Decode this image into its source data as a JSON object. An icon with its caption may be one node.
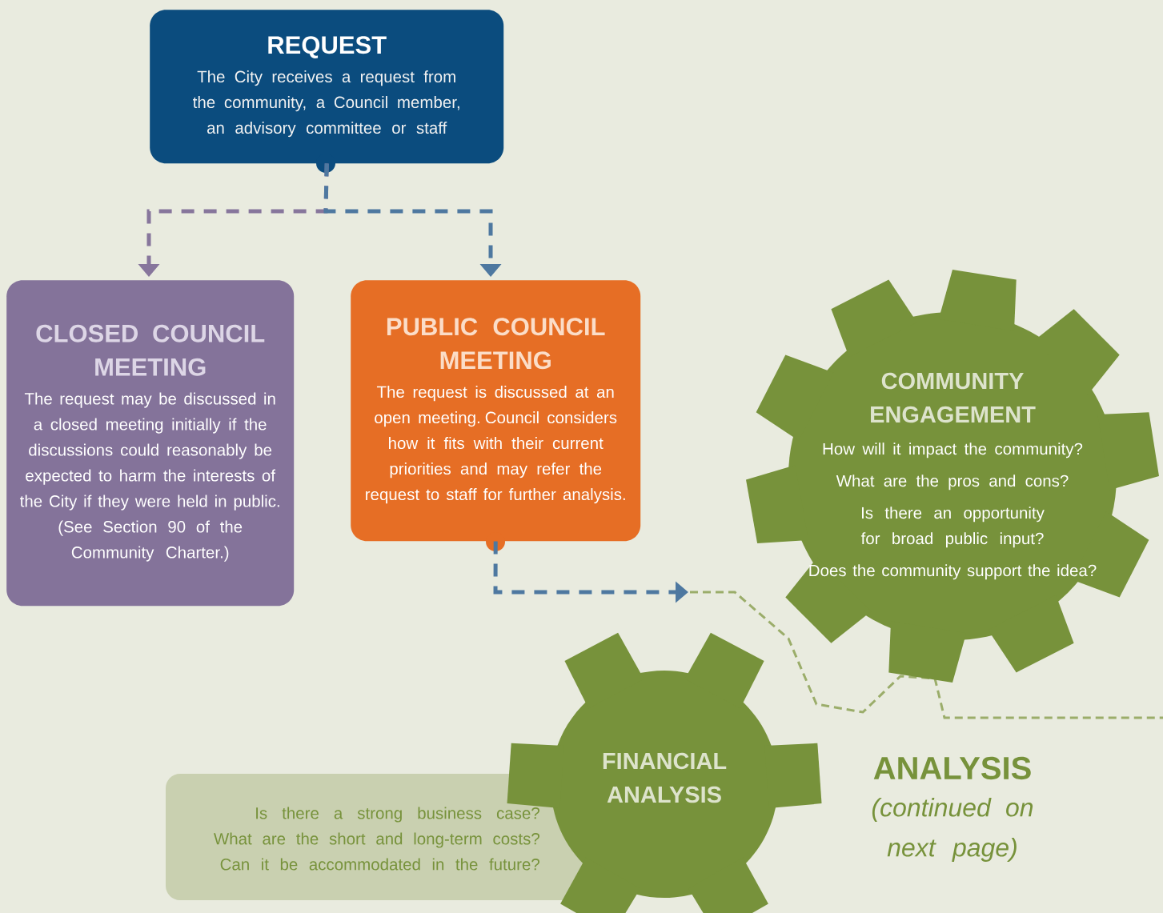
{
  "diagram": {
    "nodes": [
      {
        "text": [
          "REQUEST",
          "The City receives a request from the community, a Council member, an advisory committee or staff"
        ]
      },
      {
        "text": [
          "CLOSED COUNCIL MEETING",
          "The request may be discussed in a closed meeting initially if the discussions could reasonably be expected to harm the interests of the City if they were held in public.",
          "(See Section 90 of the Community Charter.)"
        ]
      },
      {
        "text": [
          "PUBLIC COUNCIL MEETING",
          "The request is discussed at an open meeting. Council considers how it fits with their current priorities and may refer the request to staff for further analysis."
        ]
      },
      {
        "text": [
          "COMMUNITY ENGAGEMENT",
          "How will it impact the community?",
          "What are the pros and cons?",
          "Is there an opportunity for broad public input?",
          "Does the community support the idea?"
        ]
      },
      {
        "text": [
          "Is there a strong business case?",
          "What are the short and long-term costs?",
          "Can it be accommodated in the future?"
        ]
      },
      {
        "text": [
          "FINANCIAL ANALYSIS"
        ]
      }
    ],
    "edges": [
      {
        "from": 0,
        "to": 1,
        "arrow": "to",
        "style": "dashed",
        "color": "#87769c"
      },
      {
        "from": 0,
        "to": 2,
        "arrow": "to",
        "style": "dashed"
      },
      {
        "from": 2,
        "to": null,
        "arrow": "to",
        "style": "dashed"
      }
    ],
    "labels": [
      "ANALYSIS",
      "(continued on next page)"
    ]
  }
}
